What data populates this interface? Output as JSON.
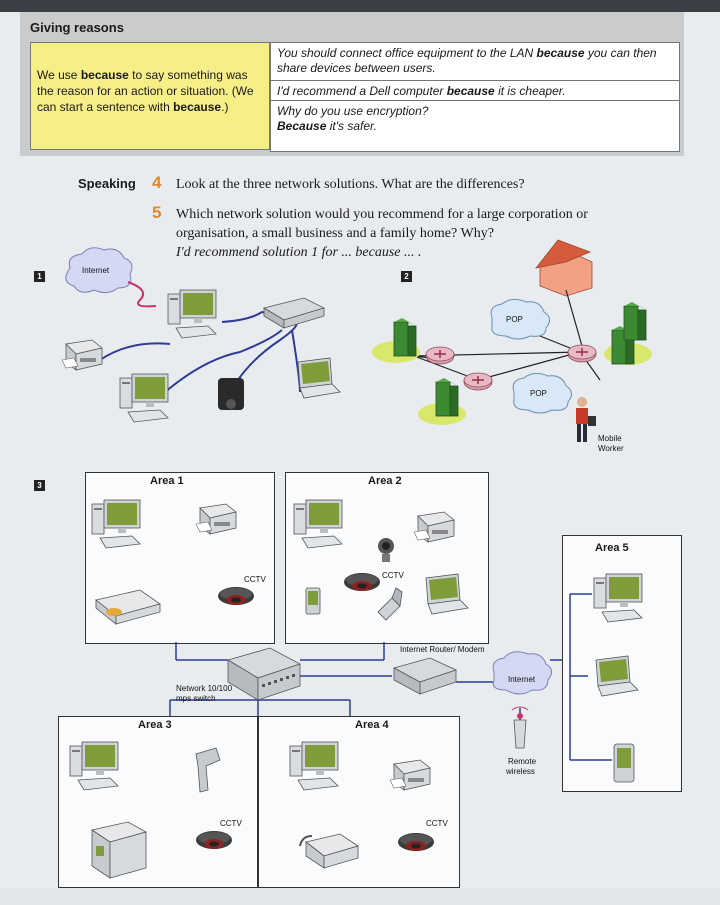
{
  "grammar": {
    "title": "Giving reasons",
    "explanation": [
      {
        "text": "We use ",
        "bold": false
      },
      {
        "text": "because",
        "bold": true
      },
      {
        "text": " to say something was the reason for an action or situation. (We can start a sentence with ",
        "bold": false
      },
      {
        "text": "because",
        "bold": true
      },
      {
        "text": ".)",
        "bold": false
      }
    ],
    "examples": [
      [
        {
          "text": "You should connect office equipment to the LAN ",
          "bold": false
        },
        {
          "text": "because",
          "bold": true
        },
        {
          "text": " you can then share devices between users.",
          "bold": false
        }
      ],
      [
        {
          "text": "I'd recommend a Dell computer ",
          "bold": false
        },
        {
          "text": "because",
          "bold": true
        },
        {
          "text": " it is cheaper.",
          "bold": false
        }
      ],
      [
        {
          "text": "Why do you use encryption?",
          "bold": false
        },
        {
          "text": "\n",
          "bold": false
        },
        {
          "text": "Because",
          "bold": true
        },
        {
          "text": " it's safer.",
          "bold": false
        }
      ]
    ]
  },
  "speaking": {
    "label": "Speaking",
    "q4": {
      "num": "4",
      "text": "Look at the three network solutions. What are the differences?"
    },
    "q5": {
      "num": "5",
      "line1": "Which network solution would you recommend for a large corporation or",
      "line2": "organisation, a small business and a family home? Why?",
      "example": "I'd recommend solution 1 for ... because ... ."
    }
  },
  "diagrams": {
    "d1": {
      "num": "1",
      "cloud_label": "Internet"
    },
    "d2": {
      "num": "2",
      "pop1": "POP",
      "pop2": "POP",
      "mobile_line1": "Mobile",
      "mobile_line2": "Worker"
    },
    "d3": {
      "num": "3",
      "area1": "Area 1",
      "area2": "Area 2",
      "area3": "Area 3",
      "area4": "Area 4",
      "area5": "Area 5",
      "cctv": "CCTV",
      "switch_line1": "Network 10/100",
      "switch_line2": "mps switch",
      "router": "Internet Router/ Modem",
      "internet": "Internet",
      "remote_line1": "Remote",
      "remote_line2": "wireless"
    }
  }
}
